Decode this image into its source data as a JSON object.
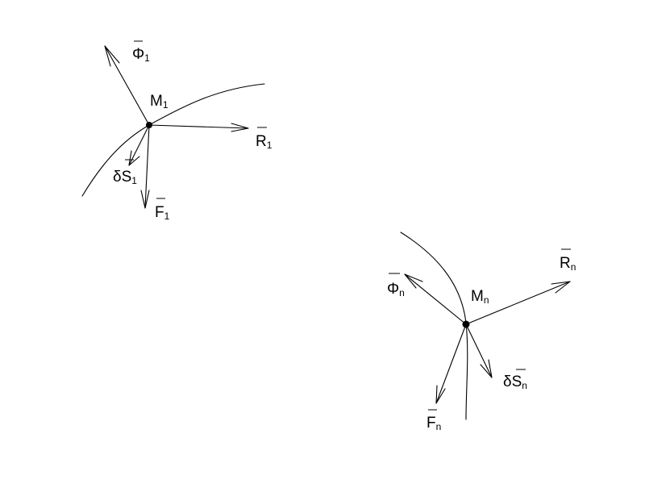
{
  "diagram": {
    "point_1": {
      "name": "M",
      "sub": "1",
      "vectors": {
        "phi": {
          "sym": "Φ",
          "sub": "1"
        },
        "r": {
          "sym": "R",
          "sub": "1"
        },
        "ds": {
          "pre": "δ",
          "sym": "S",
          "sub": "1"
        },
        "f": {
          "sym": "F",
          "sub": "1"
        }
      }
    },
    "point_n": {
      "name": "M",
      "sub": "n",
      "vectors": {
        "phi": {
          "sym": "Φ",
          "sub": "n"
        },
        "r": {
          "sym": "R",
          "sub": "n"
        },
        "ds": {
          "pre": "δ",
          "sym": "S",
          "sub": "n"
        },
        "f": {
          "sym": "F",
          "sub": "n"
        }
      }
    }
  }
}
